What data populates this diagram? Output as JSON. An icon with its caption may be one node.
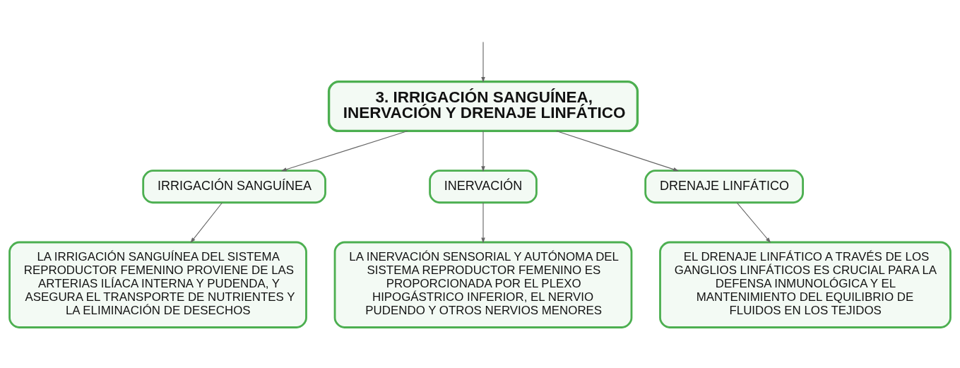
{
  "diagram": {
    "nodes": [
      {
        "text": [
          "3. IRRIGACIÓN SANGUÍNEA, INERVACIÓN Y DRENAJE LINFÁTICO"
        ]
      },
      {
        "text": [
          "IRRIGACIÓN SANGUÍNEA"
        ]
      },
      {
        "text": [
          "INERVACIÓN"
        ]
      },
      {
        "text": [
          "DRENAJE LINFÁTICO"
        ]
      },
      {
        "text": [
          "LA IRRIGACIÓN SANGUÍNEA DEL SISTEMA REPRODUCTOR FEMENINO PROVIENE DE LAS ARTERIAS ILÍACA INTERNA Y PUDENDA, Y ASEGURA EL TRANSPORTE DE NUTRIENTES Y LA ELIMINACIÓN DE DESECHOS"
        ]
      },
      {
        "text": [
          "LA INERVACIÓN SENSORIAL Y AUTÓNOMA DEL SISTEMA REPRODUCTOR FEMENINO ES PROPORCIONADA POR EL PLEXO HIPOGÁSTRICO INFERIOR, EL NERVIO PUDENDO Y OTROS NERVIOS MENORES"
        ]
      },
      {
        "text": [
          "EL DRENAJE LINFÁTICO A TRAVÉS DE LOS GANGLIOS LINFÁTICOS ES CRUCIAL PARA LA DEFENSA INMUNOLÓGICA Y EL MANTENIMIENTO DEL EQUILIBRIO DE FLUIDOS EN LOS TEJIDOS"
        ]
      }
    ],
    "edges": [
      {
        "from": null,
        "to": 0,
        "arrow": "to"
      },
      {
        "from": 0,
        "to": 1,
        "arrow": "to"
      },
      {
        "from": 0,
        "to": 2,
        "arrow": "to"
      },
      {
        "from": 0,
        "to": 3,
        "arrow": "to"
      },
      {
        "from": 1,
        "to": 4,
        "arrow": "to"
      },
      {
        "from": 2,
        "to": 5,
        "arrow": "to"
      },
      {
        "from": 3,
        "to": 6,
        "arrow": "to"
      }
    ]
  }
}
